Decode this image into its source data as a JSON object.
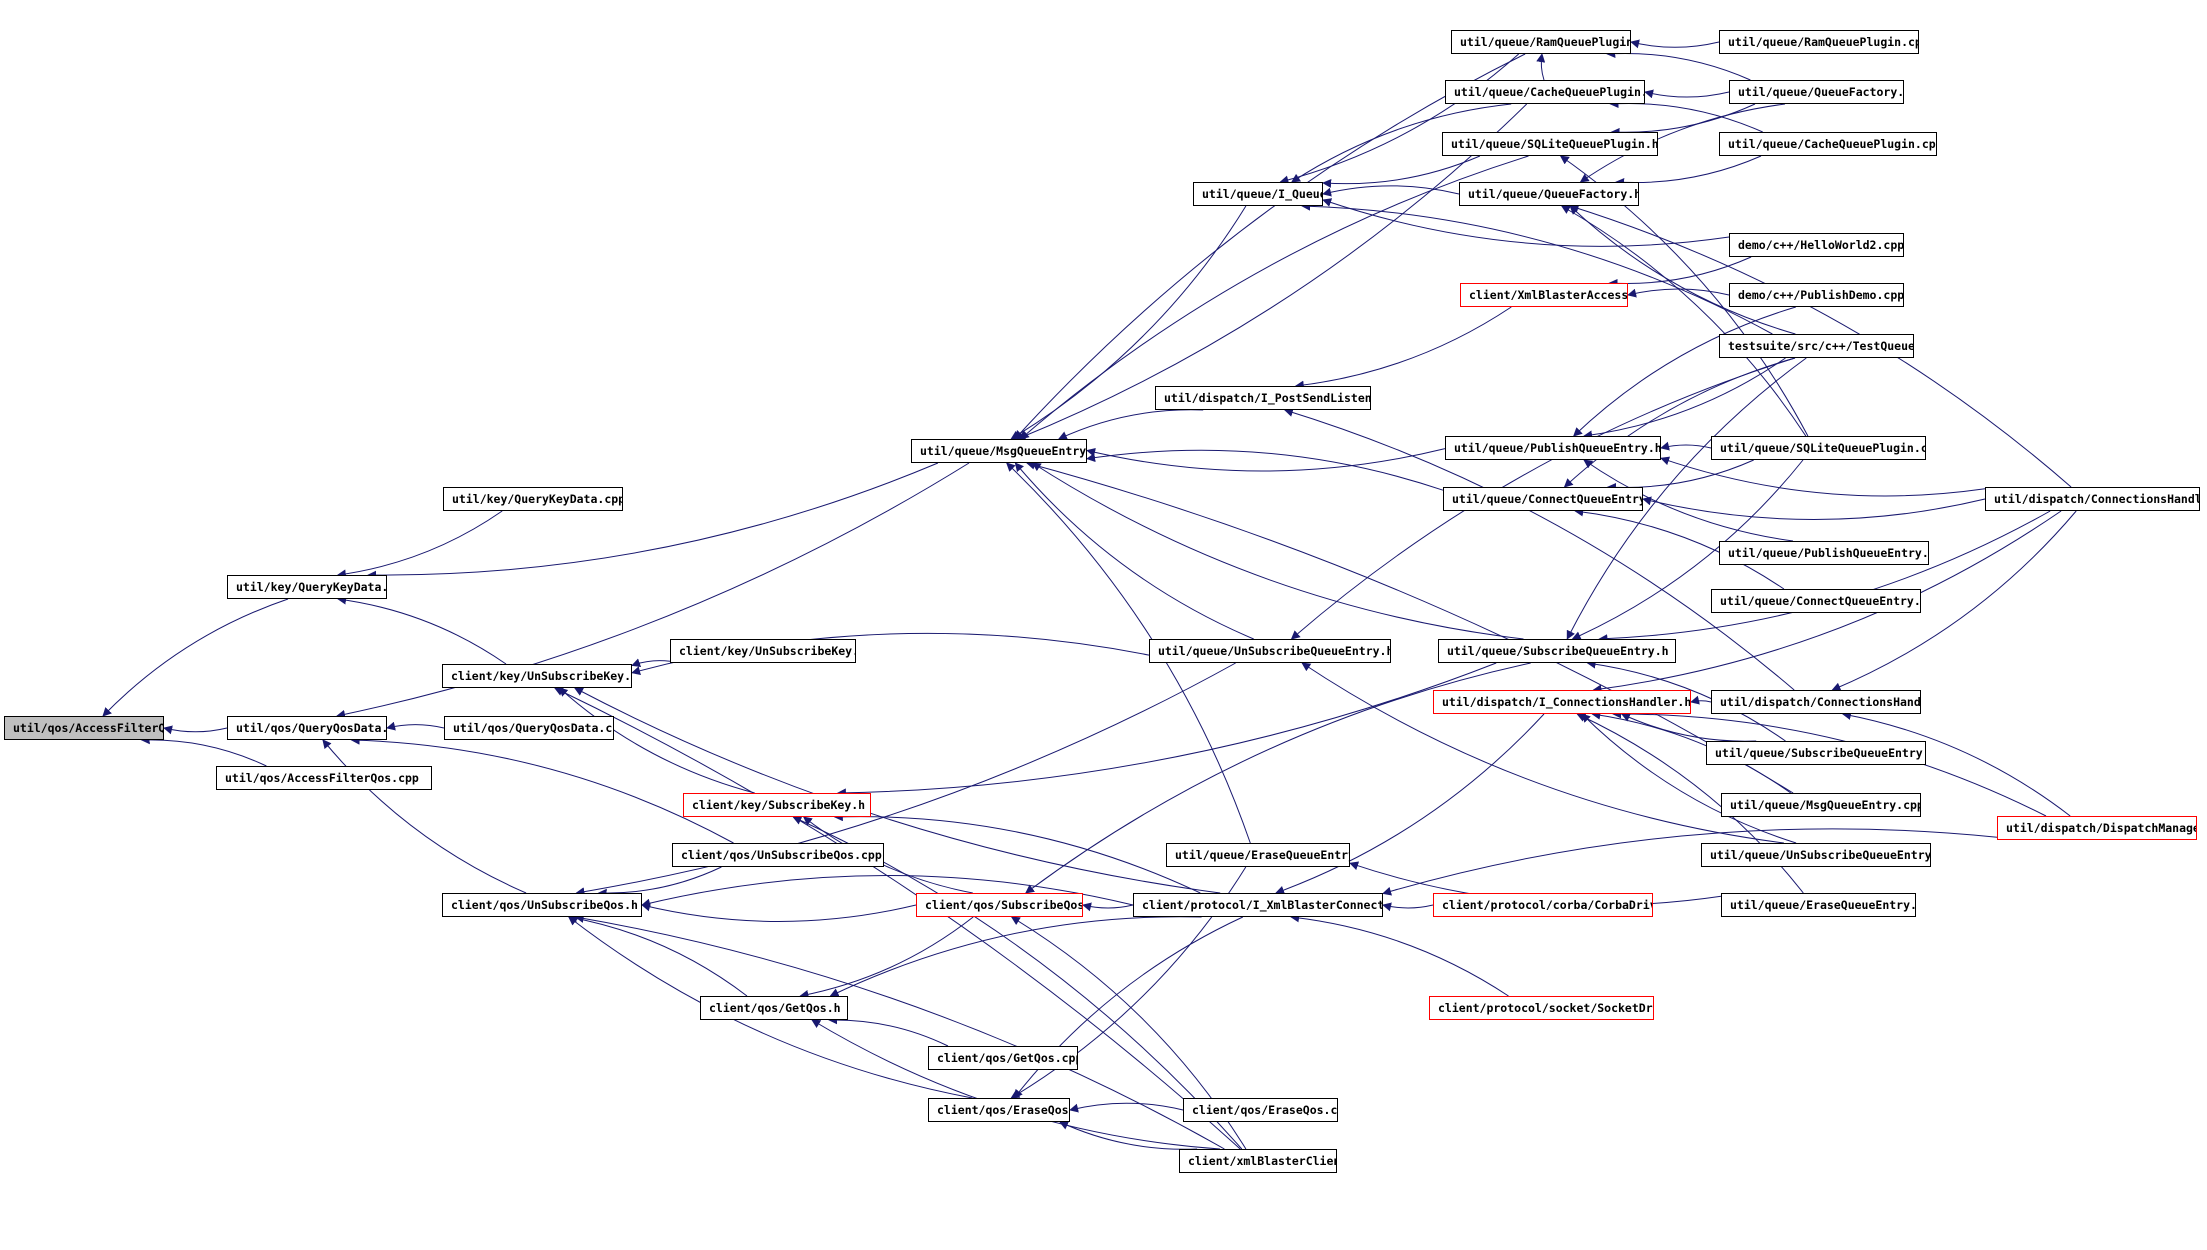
{
  "graph": {
    "colors": {
      "edge": "#191970",
      "root_fill": "#bfbfbf",
      "node_border": "#000000",
      "incomplete_border": "#ff0000"
    },
    "nodes": [
      {
        "id": "n1",
        "label": "util/qos/AccessFilterQos.h",
        "root": true
      },
      {
        "id": "n2",
        "label": "util/key/QueryKeyData.h"
      },
      {
        "id": "n3",
        "label": "util/qos/QueryQosData.h"
      },
      {
        "id": "n4",
        "label": "util/qos/AccessFilterQos.cpp"
      },
      {
        "id": "n5",
        "label": "util/key/QueryKeyData.cpp"
      },
      {
        "id": "n6",
        "label": "client/key/UnSubscribeKey.h"
      },
      {
        "id": "n7",
        "label": "util/qos/QueryQosData.cpp"
      },
      {
        "id": "n8",
        "label": "client/qos/UnSubscribeQos.h"
      },
      {
        "id": "n9",
        "label": "client/key/UnSubscribeKey.cpp"
      },
      {
        "id": "n10",
        "label": "client/key/SubscribeKey.h",
        "red": true
      },
      {
        "id": "n11",
        "label": "client/qos/UnSubscribeQos.cpp"
      },
      {
        "id": "n12",
        "label": "client/qos/GetQos.h"
      },
      {
        "id": "n13",
        "label": "client/qos/GetQos.cpp"
      },
      {
        "id": "n14",
        "label": "client/qos/EraseQos.h"
      },
      {
        "id": "n15",
        "label": "client/qos/EraseQos.cpp"
      },
      {
        "id": "n16",
        "label": "client/xmlBlasterClient.h"
      },
      {
        "id": "n17",
        "label": "client/qos/SubscribeQos.h",
        "red": true
      },
      {
        "id": "n18",
        "label": "client/protocol/I_XmlBlasterConnection.h"
      },
      {
        "id": "n19",
        "label": "client/protocol/corba/CorbaDriver.h",
        "red": true
      },
      {
        "id": "n20",
        "label": "client/protocol/socket/SocketDriver.h",
        "red": true
      },
      {
        "id": "n21",
        "label": "util/queue/EraseQueueEntry.h"
      },
      {
        "id": "n22",
        "label": "util/queue/MsgQueueEntry.h"
      },
      {
        "id": "n23",
        "label": "util/queue/UnSubscribeQueueEntry.h"
      },
      {
        "id": "n24",
        "label": "util/dispatch/I_PostSendListener.h"
      },
      {
        "id": "n25",
        "label": "util/queue/I_Queue.h"
      },
      {
        "id": "n26",
        "label": "util/queue/RamQueuePlugin.h"
      },
      {
        "id": "n27",
        "label": "util/queue/CacheQueuePlugin.h"
      },
      {
        "id": "n28",
        "label": "util/queue/SQLiteQueuePlugin.h"
      },
      {
        "id": "n29",
        "label": "util/queue/QueueFactory.h"
      },
      {
        "id": "n30",
        "label": "client/XmlBlasterAccess.h",
        "red": true
      },
      {
        "id": "n31",
        "label": "util/queue/PublishQueueEntry.h"
      },
      {
        "id": "n32",
        "label": "util/queue/ConnectQueueEntry.h"
      },
      {
        "id": "n33",
        "label": "util/queue/SubscribeQueueEntry.h"
      },
      {
        "id": "n34",
        "label": "util/dispatch/I_ConnectionsHandler.h",
        "red": true
      },
      {
        "id": "n35",
        "label": "util/queue/RamQueuePlugin.cpp"
      },
      {
        "id": "n36",
        "label": "util/queue/QueueFactory.cpp"
      },
      {
        "id": "n37",
        "label": "util/queue/CacheQueuePlugin.cpp"
      },
      {
        "id": "n38",
        "label": "demo/c++/HelloWorld2.cpp"
      },
      {
        "id": "n39",
        "label": "demo/c++/PublishDemo.cpp"
      },
      {
        "id": "n40",
        "label": "testsuite/src/c++/TestQueue.cpp"
      },
      {
        "id": "n41",
        "label": "util/queue/SQLiteQueuePlugin.cpp"
      },
      {
        "id": "n42",
        "label": "util/queue/PublishQueueEntry.cpp"
      },
      {
        "id": "n43",
        "label": "util/queue/ConnectQueueEntry.cpp"
      },
      {
        "id": "n44",
        "label": "util/dispatch/ConnectionsHandler.h"
      },
      {
        "id": "n45",
        "label": "util/queue/SubscribeQueueEntry.cpp"
      },
      {
        "id": "n46",
        "label": "util/queue/MsgQueueEntry.cpp"
      },
      {
        "id": "n47",
        "label": "util/queue/UnSubscribeQueueEntry.cpp"
      },
      {
        "id": "n48",
        "label": "util/queue/EraseQueueEntry.cpp"
      },
      {
        "id": "n49",
        "label": "util/dispatch/ConnectionsHandler.cpp"
      },
      {
        "id": "n50",
        "label": "util/dispatch/DispatchManager.h",
        "red": true
      }
    ],
    "edges": [
      [
        "n2",
        "n1"
      ],
      [
        "n3",
        "n1"
      ],
      [
        "n4",
        "n1"
      ],
      [
        "n5",
        "n2"
      ],
      [
        "n6",
        "n2"
      ],
      [
        "n22",
        "n2"
      ],
      [
        "n7",
        "n3"
      ],
      [
        "n8",
        "n3"
      ],
      [
        "n11",
        "n3"
      ],
      [
        "n22",
        "n3"
      ],
      [
        "n9",
        "n6"
      ],
      [
        "n10",
        "n6"
      ],
      [
        "n16",
        "n6"
      ],
      [
        "n18",
        "n6"
      ],
      [
        "n23",
        "n6"
      ],
      [
        "n11",
        "n8"
      ],
      [
        "n12",
        "n8"
      ],
      [
        "n14",
        "n8"
      ],
      [
        "n16",
        "n8"
      ],
      [
        "n17",
        "n8"
      ],
      [
        "n18",
        "n8"
      ],
      [
        "n23",
        "n8"
      ],
      [
        "n16",
        "n10"
      ],
      [
        "n17",
        "n10"
      ],
      [
        "n18",
        "n10"
      ],
      [
        "n33",
        "n10"
      ],
      [
        "n13",
        "n12"
      ],
      [
        "n16",
        "n12"
      ],
      [
        "n18",
        "n12"
      ],
      [
        "n17",
        "n12"
      ],
      [
        "n15",
        "n14"
      ],
      [
        "n16",
        "n14"
      ],
      [
        "n18",
        "n14"
      ],
      [
        "n21",
        "n14"
      ],
      [
        "n16",
        "n17"
      ],
      [
        "n18",
        "n17"
      ],
      [
        "n33",
        "n17"
      ],
      [
        "n19",
        "n18"
      ],
      [
        "n20",
        "n18"
      ],
      [
        "n34",
        "n18"
      ],
      [
        "n50",
        "n18"
      ],
      [
        "n48",
        "n21"
      ],
      [
        "n21",
        "n22"
      ],
      [
        "n23",
        "n22"
      ],
      [
        "n24",
        "n22"
      ],
      [
        "n25",
        "n22"
      ],
      [
        "n26",
        "n22"
      ],
      [
        "n27",
        "n22"
      ],
      [
        "n28",
        "n22"
      ],
      [
        "n31",
        "n22"
      ],
      [
        "n32",
        "n22"
      ],
      [
        "n33",
        "n22"
      ],
      [
        "n46",
        "n22"
      ],
      [
        "n47",
        "n23"
      ],
      [
        "n40",
        "n23"
      ],
      [
        "n30",
        "n24"
      ],
      [
        "n44",
        "n24"
      ],
      [
        "n26",
        "n25"
      ],
      [
        "n27",
        "n25"
      ],
      [
        "n28",
        "n25"
      ],
      [
        "n29",
        "n25"
      ],
      [
        "n38",
        "n25"
      ],
      [
        "n40",
        "n25"
      ],
      [
        "n35",
        "n26"
      ],
      [
        "n36",
        "n26"
      ],
      [
        "n27",
        "n26"
      ],
      [
        "n37",
        "n27"
      ],
      [
        "n36",
        "n27"
      ],
      [
        "n41",
        "n28"
      ],
      [
        "n36",
        "n28"
      ],
      [
        "n36",
        "n29"
      ],
      [
        "n37",
        "n29"
      ],
      [
        "n41",
        "n29"
      ],
      [
        "n40",
        "n29"
      ],
      [
        "n49",
        "n29"
      ],
      [
        "n38",
        "n30"
      ],
      [
        "n39",
        "n30"
      ],
      [
        "n42",
        "n31"
      ],
      [
        "n41",
        "n31"
      ],
      [
        "n40",
        "n31"
      ],
      [
        "n39",
        "n31"
      ],
      [
        "n49",
        "n31"
      ],
      [
        "n43",
        "n32"
      ],
      [
        "n41",
        "n32"
      ],
      [
        "n40",
        "n32"
      ],
      [
        "n49",
        "n32"
      ],
      [
        "n45",
        "n33"
      ],
      [
        "n41",
        "n33"
      ],
      [
        "n40",
        "n33"
      ],
      [
        "n49",
        "n33"
      ],
      [
        "n44",
        "n34"
      ],
      [
        "n45",
        "n34"
      ],
      [
        "n46",
        "n34"
      ],
      [
        "n47",
        "n34"
      ],
      [
        "n48",
        "n34"
      ],
      [
        "n49",
        "n34"
      ],
      [
        "n50",
        "n34"
      ],
      [
        "n49",
        "n44"
      ],
      [
        "n50",
        "n44"
      ]
    ]
  }
}
